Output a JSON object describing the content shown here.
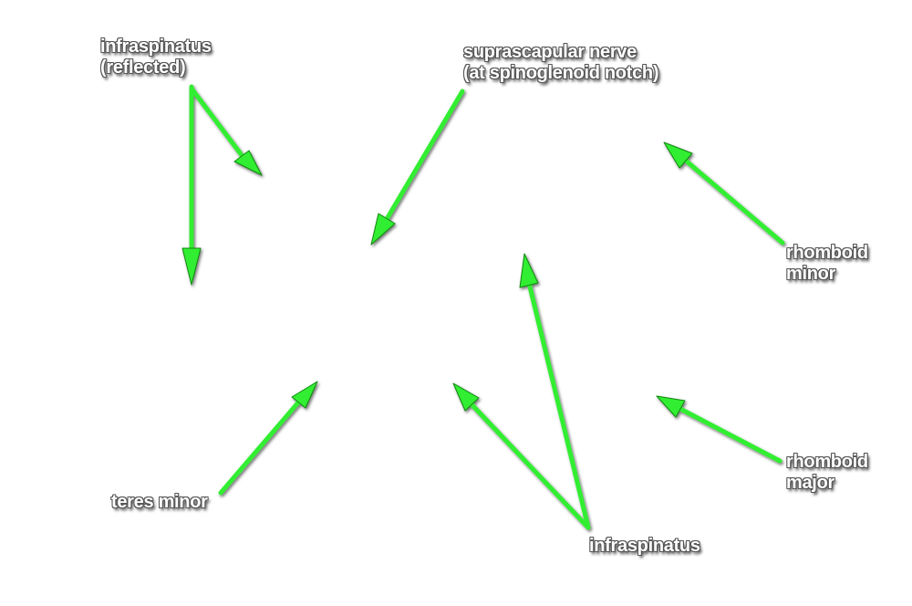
{
  "labels": {
    "infraspinatus_reflected": [
      "infraspinatus",
      "(reflected)"
    ],
    "suprascapular_nerve": [
      "suprascapular nerve",
      "(at spinoglenoid notch)"
    ],
    "rhomboid_minor": [
      "rhomboid",
      "minor"
    ],
    "rhomboid_major": [
      "rhomboid",
      "major"
    ],
    "teres_minor": [
      "teres minor"
    ],
    "infraspinatus": [
      "infraspinatus"
    ]
  },
  "colors": {
    "arrow_fill": "#33ee33",
    "arrow_outline": "#118811",
    "label_text": "#ffffff",
    "label_outline": "#555555",
    "background": "#ffffff"
  }
}
